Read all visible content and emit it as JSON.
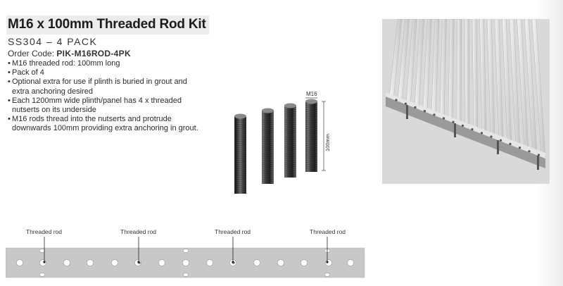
{
  "header": {
    "title": "M16 x 100mm Threaded Rod Kit",
    "subtitle": "SS304 – 4 PACK",
    "order_code_label": "Order Code:",
    "order_code_value": "PIK-M16ROD-4PK"
  },
  "bullets": [
    "M16 threaded rod: 100mm long",
    "Pack of 4",
    "Optional extra for use if plinth is buried in grout and extra anchoring desired",
    "Each 1200mm wide plinth/panel has 4 x threaded nutserts on its underside",
    "M16 rods thread into the nutserts and protrude downwards 100mm providing extra anchoring in grout."
  ],
  "rods_figure": {
    "diameter_label": "M16",
    "length_label": "100mm"
  },
  "strip_diagram": {
    "labels": [
      "Threaded rod",
      "Threaded rod",
      "Threaded rod",
      "Threaded rod"
    ]
  },
  "colors": {
    "title_bg": "#ececec",
    "strip": "#c8c8c8",
    "photo_bg": "#d9d9d9"
  }
}
